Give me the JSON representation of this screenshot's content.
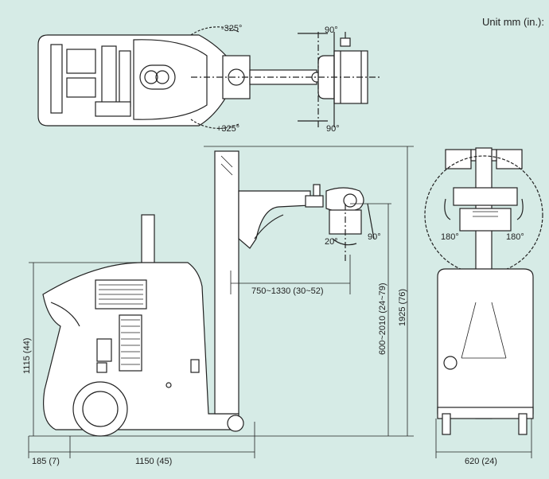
{
  "unit_label": "Unit mm (in.):",
  "top_view": {
    "rotation_minus": "-325°",
    "rotation_plus": "+325°",
    "head_angle_top": "90°",
    "head_angle_bottom": "90°"
  },
  "side_view": {
    "arm_reach": "750~1330 (30~52)",
    "arm_height_range": "600~2010 (24~79)",
    "overall_height": "1925 (76)",
    "body_height": "1115 (44)",
    "front_offset": "185 (7)",
    "base_length": "1150 (45)",
    "tilt_small": "20°",
    "tilt_large": "90°"
  },
  "front_view": {
    "rotate_left": "180°",
    "rotate_right": "180°",
    "base_width": "620 (24)"
  },
  "colors": {
    "background": "#d6ebe6",
    "line": "#222222",
    "body": "#ffffff"
  }
}
